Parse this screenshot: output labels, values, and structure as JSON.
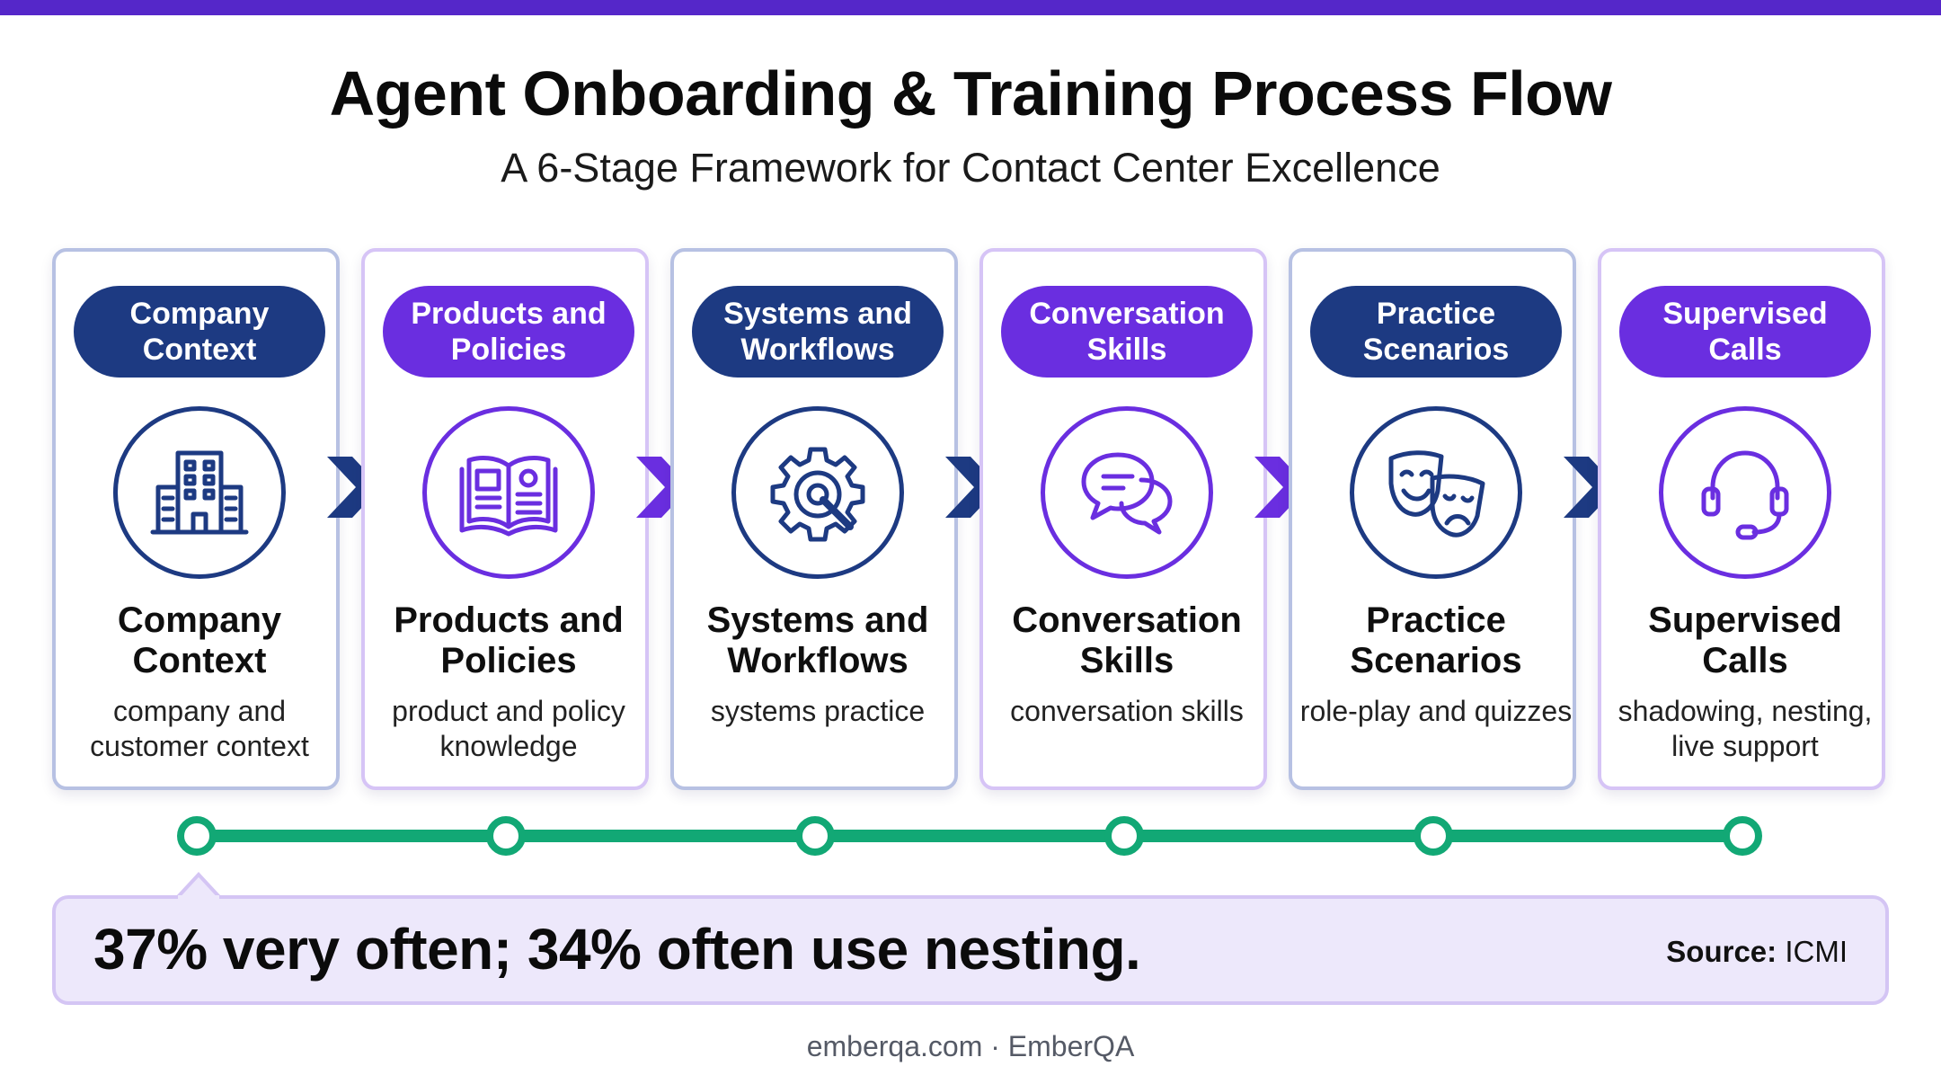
{
  "header": {
    "title": "Agent Onboarding & Training Process Flow",
    "subtitle": "A 6-Stage Framework for Contact Center Excellence"
  },
  "colors": {
    "accent_navy": "#1d3a82",
    "accent_purple": "#6a2ee0",
    "timeline_green": "#12a875",
    "top_bar": "#5527c9",
    "callout_bg": "#ede8fb"
  },
  "stages": [
    {
      "pill": "Company Context",
      "icon": "building-icon",
      "title": "Company Context",
      "description": "company and customer context"
    },
    {
      "pill": "Products and Policies",
      "icon": "open-book-icon",
      "title": "Products and Policies",
      "description": "product and policy knowledge"
    },
    {
      "pill": "Systems and Workflows",
      "icon": "gear-wrench-icon",
      "title": "Systems and Workflows",
      "description": "systems practice"
    },
    {
      "pill": "Conversation Skills",
      "icon": "speech-bubbles-icon",
      "title": "Conversation Skills",
      "description": "conversation skills"
    },
    {
      "pill": "Practice Scenarios",
      "icon": "theater-masks-icon",
      "title": "Practice Scenarios",
      "description": "role-play and quizzes"
    },
    {
      "pill": "Supervised Calls",
      "icon": "headset-icon",
      "title": "Supervised Calls",
      "description": "shadowing, nesting, live support"
    }
  ],
  "callout": {
    "text": "37% very often; 34% often use nesting.",
    "source_label": "Source:",
    "source_value": "ICMI"
  },
  "footer": {
    "text": "emberqa.com · EmberQA"
  }
}
